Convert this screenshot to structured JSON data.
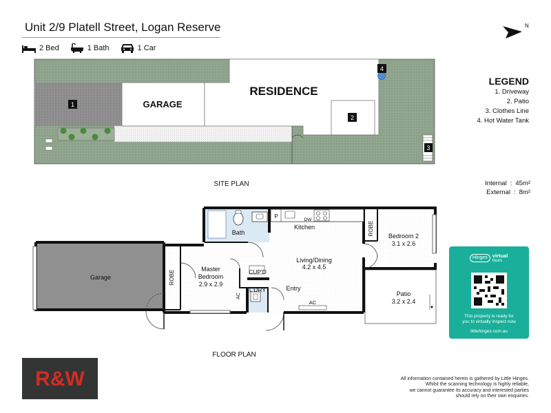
{
  "header": {
    "address": "Unit 2/9 Platell Street, Logan Reserve",
    "features": [
      {
        "icon": "bed-icon",
        "label": "2 Bed"
      },
      {
        "icon": "bath-icon",
        "label": "1 Bath"
      },
      {
        "icon": "car-icon",
        "label": "1 Car"
      }
    ]
  },
  "compass": {
    "label": "N"
  },
  "site_plan": {
    "title": "SITE PLAN",
    "garage_label": "GARAGE",
    "residence_label": "RESIDENCE",
    "markers": [
      "1",
      "2",
      "3",
      "4"
    ]
  },
  "legend": {
    "title": "LEGEND",
    "items": [
      "1. Driveway",
      "2. Patio",
      "3. Clothes Line",
      "4. Hot Water Tank"
    ]
  },
  "areas": {
    "internal_label": "Internal",
    "internal_value": "45m²",
    "external_label": "External",
    "external_value": "8m²"
  },
  "floor_plan": {
    "title": "FLOOR PLAN",
    "rooms": {
      "garage": "Garage",
      "robe_master": "ROBE",
      "master_name": "Master",
      "master_name2": "Bedroom",
      "master_dims": "2.9 x 2.9",
      "bath": "Bath",
      "kitchen": "Kitchen",
      "pantry": "P",
      "dishwasher": "DW",
      "living_name": "Living/Dining",
      "living_dims": "4.2 x 4.5",
      "cupboard": "CUP'D",
      "laundry": "L'DRY",
      "ac_master": "AC",
      "entry": "Entry",
      "ac_living": "AC",
      "robe_bed2": "ROBE",
      "bed2_name": "Bedroom 2",
      "bed2_dims": "3.1 x 2.6",
      "patio_name": "Patio",
      "patio_dims": "3.2 x 2.4"
    }
  },
  "virtual_tour": {
    "brand": "Hinges",
    "brand_suffix": "virtual",
    "brand_suffix2": "tours",
    "text_line1": "This property is ready for",
    "text_line2": "you to virtually inspect now",
    "url": "littlehinges.com.au"
  },
  "logo": {
    "text": "R&W"
  },
  "disclaimer": [
    "All information contained herein is gathered by Little Hinges.",
    "Whilst the scanning technology is highly reliable,",
    "we cannot guarantee its accuracy and interested parties",
    "should rely on their own enquiries."
  ],
  "colors": {
    "grass": "#8fa48c",
    "driveway": "#8f8f8f",
    "garage_fill": "#909090",
    "wall": "#111111",
    "wet_area": "#dbe9f5",
    "brand_teal": "#1aaf9a",
    "logo_red": "#d52b25",
    "logo_bg": "#333434"
  }
}
